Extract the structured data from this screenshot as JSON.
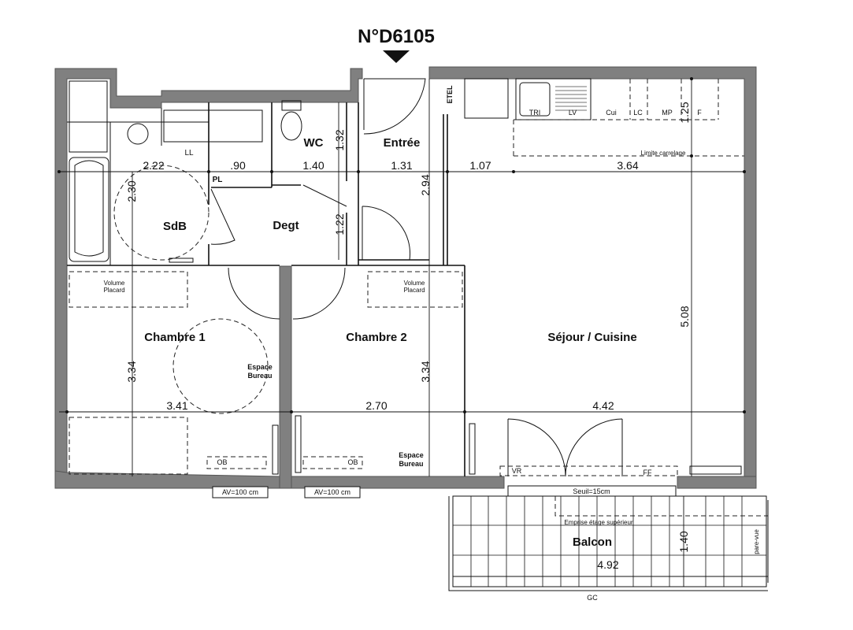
{
  "plan": {
    "title": "N°D6105",
    "rooms": {
      "sdb": "SdB",
      "wc": "WC",
      "entree": "Entrée",
      "degt": "Degt",
      "chambre1": "Chambre 1",
      "chambre2": "Chambre 2",
      "sejour": "Séjour / Cuisine",
      "balcon": "Balcon"
    },
    "dimensions": {
      "sdb_w": "2.22",
      "pl_w": ".90",
      "wc_w": "1.40",
      "entree_w": "1.31",
      "k1_w": "1.07",
      "k2_w": "3.64",
      "sdb_h": "2.30",
      "wc_h": "1.32",
      "entree_h": "2.94",
      "degt_h": "1.22",
      "kitchen_h": "1.25",
      "sejour_h": "5.08",
      "ch1_h": "3.34",
      "ch2_h": "3.34",
      "ch1_w": "3.41",
      "ch2_w": "2.70",
      "sejour_w": "4.42",
      "balcon_h": "1.40",
      "balcon_w": "4.92"
    },
    "labels": {
      "ll": "LL",
      "pl": "PL",
      "etel": "ETEL",
      "tri": "TRI",
      "lv": "LV",
      "cui": "Cui",
      "lc": "LC",
      "mp": "MP",
      "f": "F",
      "limite": "Limite carrelage",
      "volume1": "Volume",
      "placard1": "Placard",
      "volume2": "Volume",
      "placard2": "Placard",
      "espace1": "Espace",
      "bureau1": "Bureau",
      "espace2": "Espace",
      "bureau2": "Bureau",
      "ob1": "OB",
      "ob2": "OB",
      "vr": "VR",
      "ff": "FF",
      "av1": "AV=100 cm",
      "av2": "AV=100 cm",
      "seuil": "Seuil=15cm",
      "emprise": "Emprise étage supérieur",
      "pare_vue": "pare-vue",
      "gc": "GC"
    }
  }
}
